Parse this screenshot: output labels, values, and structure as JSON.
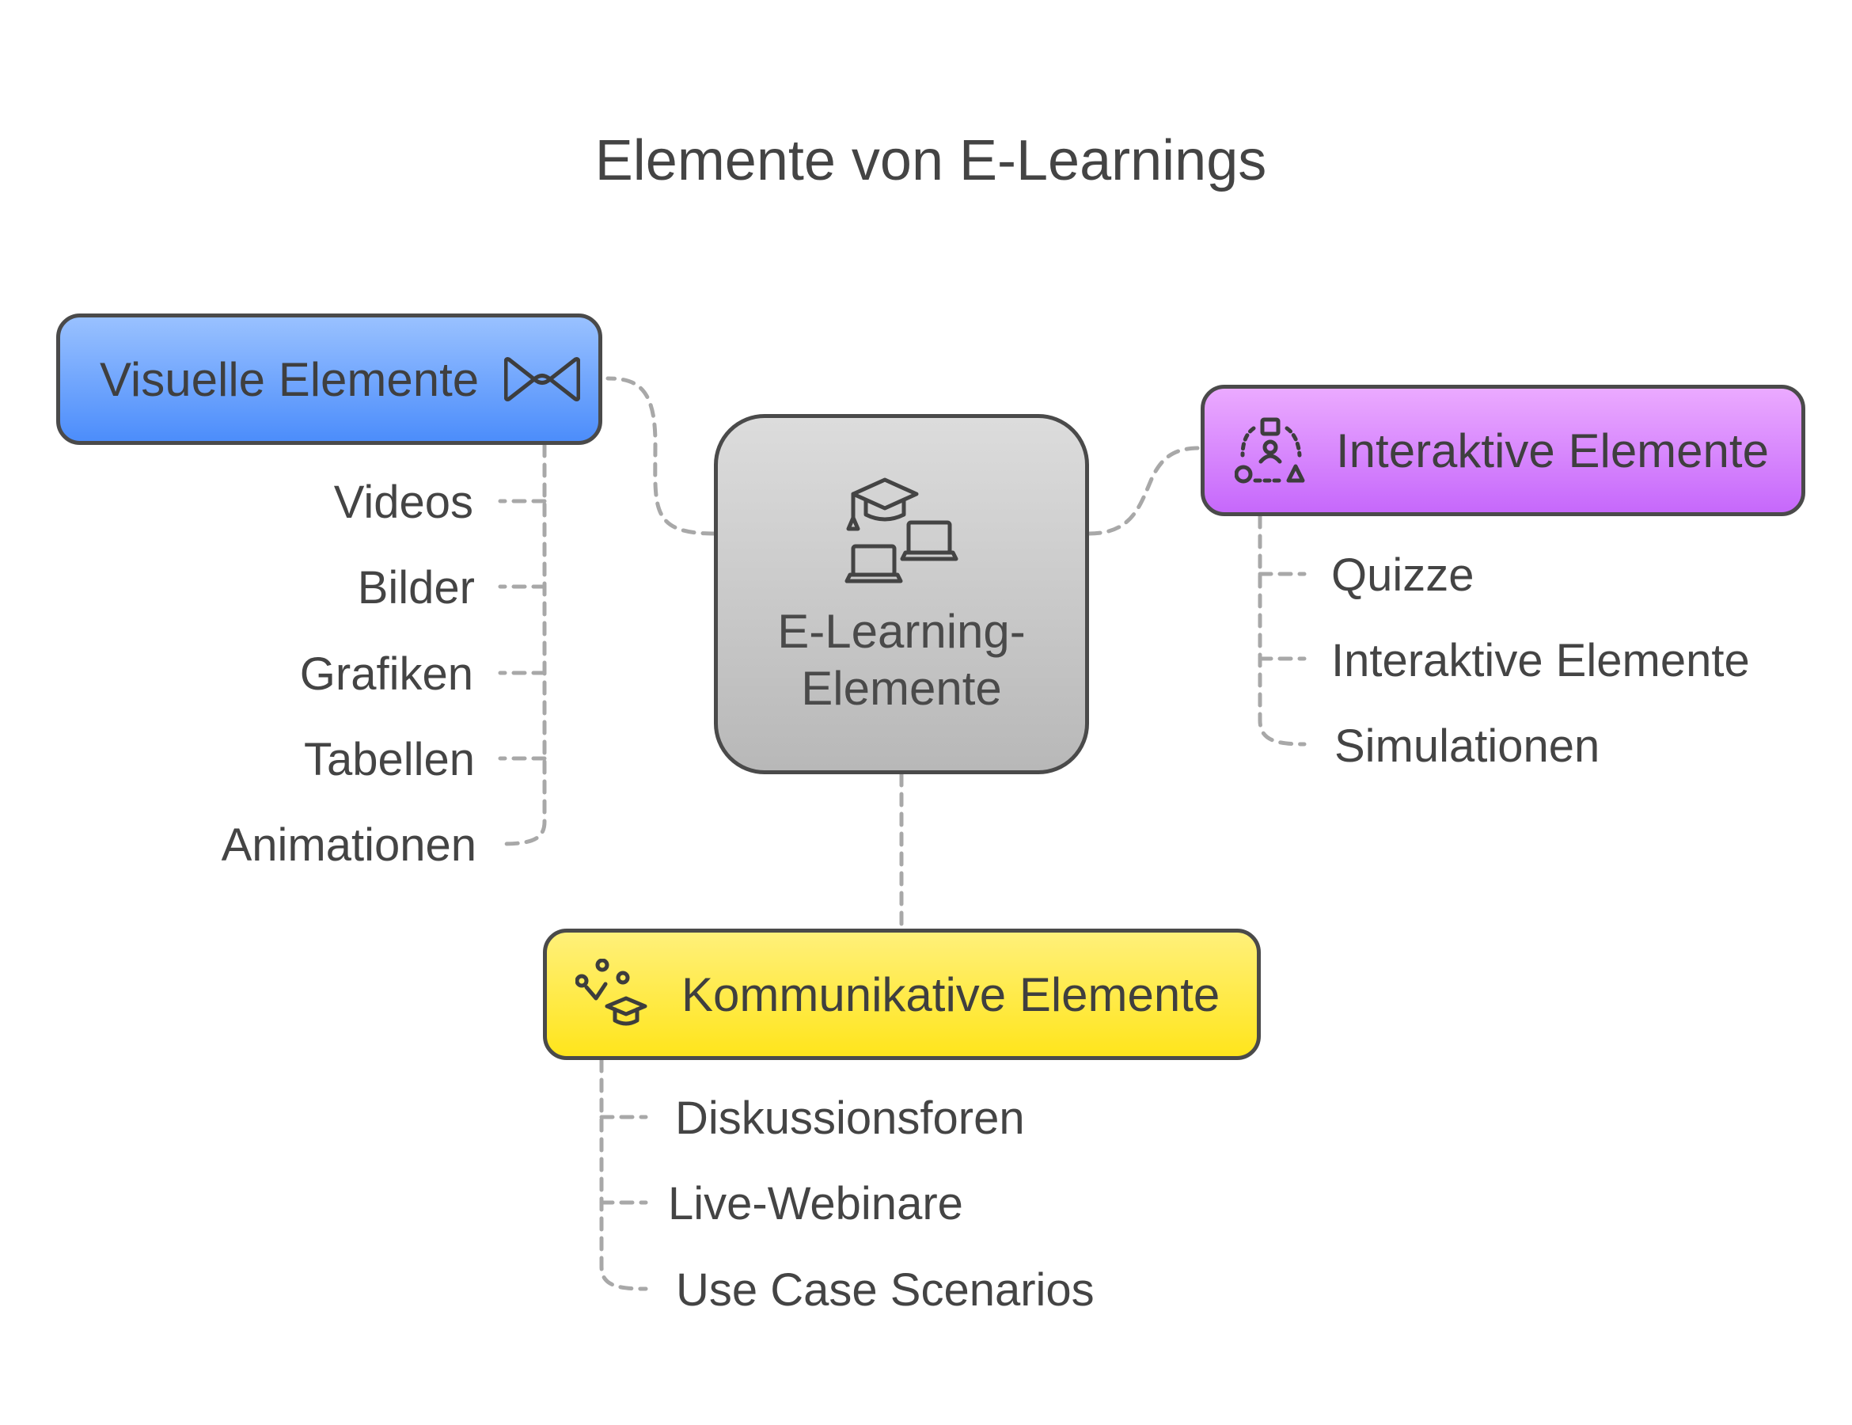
{
  "title": "Elemente von E-Learnings",
  "center": {
    "label": "E-Learning-Elemente",
    "icon": "graduation-cap-laptops-icon"
  },
  "branches": {
    "visual": {
      "label": "Visuelle Elemente",
      "icon": "infinity-ribbon-icon",
      "color": "#4c8dfb",
      "items": [
        "Videos",
        "Bilder",
        "Grafiken",
        "Tabellen",
        "Animationen"
      ]
    },
    "interactive": {
      "label": "Interaktive Elemente",
      "icon": "shapes-user-cycle-icon",
      "color": "#c668fb",
      "items": [
        "Quizze",
        "Interaktive Elemente",
        "Simulationen"
      ]
    },
    "communicative": {
      "label": "Kommunikative Elemente",
      "icon": "network-graduation-cap-icon",
      "color": "#ffe51c",
      "items": [
        "Diskussionsforen",
        "Live-Webinare",
        "Use Case Scenarios"
      ]
    }
  }
}
